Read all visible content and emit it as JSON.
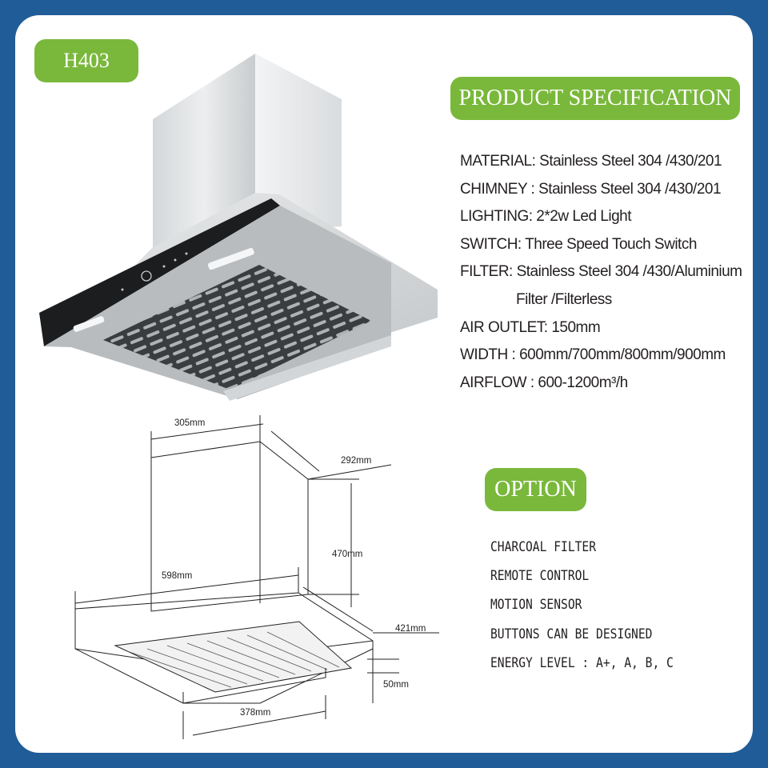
{
  "model": "H403",
  "spec_title": "PRODUCT SPECIFICATION",
  "specs": [
    {
      "label": "MATERIAL:",
      "value": " Stainless Steel 304 /430/201"
    },
    {
      "label": "CHIMNEY :",
      "value": " Stainless Steel 304 /430/201"
    },
    {
      "label": "LIGHTING:",
      "value": "  2*2w Led Light"
    },
    {
      "label": "SWITCH:",
      "value": " Three Speed Touch Switch"
    },
    {
      "label": "FILTER:",
      "value": "  Stainless Steel 304 /430/Aluminium"
    },
    {
      "label": "",
      "value": "Filter /Filterless"
    },
    {
      "label": "AIR OUTLET:",
      "value": " 150mm"
    },
    {
      "label": "WIDTH :",
      "value": " 600mm/700mm/800mm/900mm"
    },
    {
      "label": "AIRFLOW :",
      "value": " 600-1200m³/h"
    }
  ],
  "option_title": "OPTION",
  "options": [
    "CHARCOAL FILTER",
    "REMOTE CONTROL",
    "MOTION SENSOR",
    "BUTTONS CAN BE DESIGNED",
    "ENERGY LEVEL : A+, A, B, C"
  ],
  "dimensions": {
    "chimney_width": "305mm",
    "chimney_depth": "292mm",
    "chimney_height": "470mm",
    "hood_width": "598mm",
    "hood_depth": "421mm",
    "front_height": "50mm",
    "front_width": "378mm"
  },
  "colors": {
    "background": "#1f5c98",
    "accent_green": "#7ab83c",
    "card": "#ffffff",
    "text": "#231f20"
  }
}
